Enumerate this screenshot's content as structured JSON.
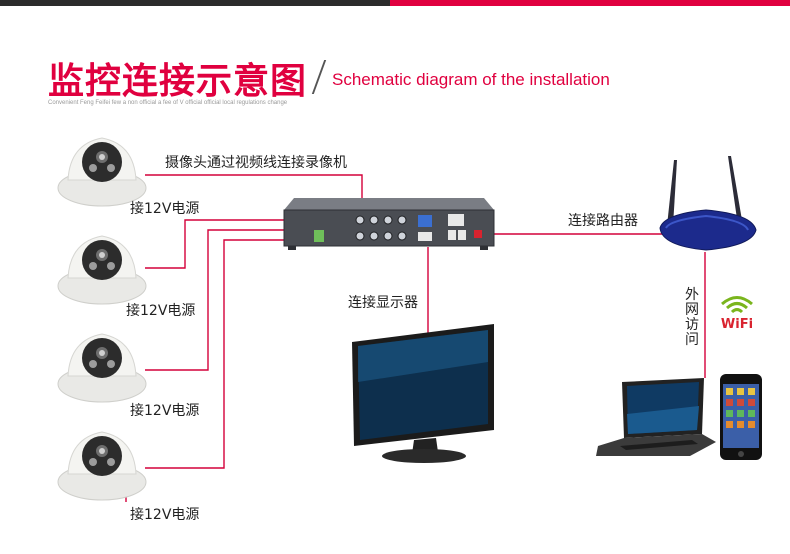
{
  "header": {
    "title": "监控连接示意图",
    "subtitle": "Schematic diagram of the installation",
    "caption": "Convenient Feng Feifei few a non official a fee of V official official local regulations change"
  },
  "labels": {
    "camera_to_dvr": "摄像头通过视频线连接录像机",
    "power": "接12V电源",
    "router": "连接路由器",
    "display": "连接显示器",
    "remote": "外网访问",
    "wifi": "WiFi"
  },
  "colors": {
    "accent": "#e0003f",
    "line": "#d4003a",
    "dark_bar": "#2b2b2b"
  },
  "icons": {
    "camera": "dome-camera-icon",
    "dvr": "dvr-recorder-icon",
    "router": "wifi-router-icon",
    "monitor": "monitor-icon",
    "laptop": "laptop-icon",
    "phone": "smartphone-icon",
    "wifi": "wifi-icon"
  }
}
